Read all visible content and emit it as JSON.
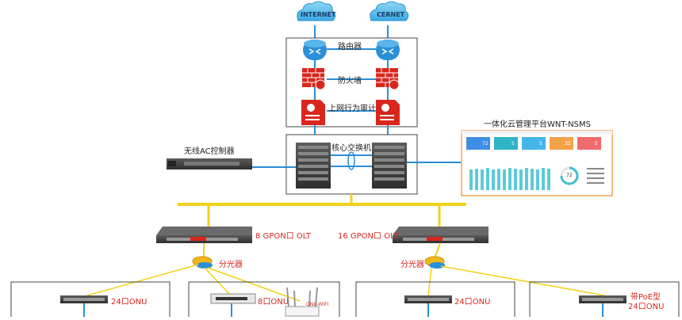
{
  "clouds": {
    "internet": "INTERNET",
    "cernet": "CERNET"
  },
  "core": {
    "router_label": "路由器",
    "firewall_label": "防火墙",
    "audit_label": "上网行为审计",
    "switch_label": "核心交换机",
    "ac_label": "无线AC控制器"
  },
  "mgmt": {
    "title": "一体化云管理平台WNT-NSMS",
    "stat_values": [
      "72",
      "5",
      "5",
      "32",
      "5"
    ],
    "gauge_value": "72"
  },
  "olt": {
    "left_label": "8 GPON口 OLT",
    "right_label": "16 GPON口 OLT"
  },
  "splitter": {
    "left_label": "分光器",
    "right_label": "分光器"
  },
  "onu": {
    "onu24_a": "24口ONU",
    "onu8": "8口ONU",
    "onu_wifi": "ONU-WIFI",
    "onu24_b": "24口ONU",
    "poe_line1": "带PoE型",
    "poe_line2": "24口ONU"
  },
  "colors": {
    "blue_link": "#2a8fd6",
    "yellow_link": "#f1d21a",
    "red_text": "#d9261c",
    "cloud_blue": "#5cc0ee",
    "router_blue": "#2a8fd6",
    "firewall_red": "#d9261c"
  }
}
